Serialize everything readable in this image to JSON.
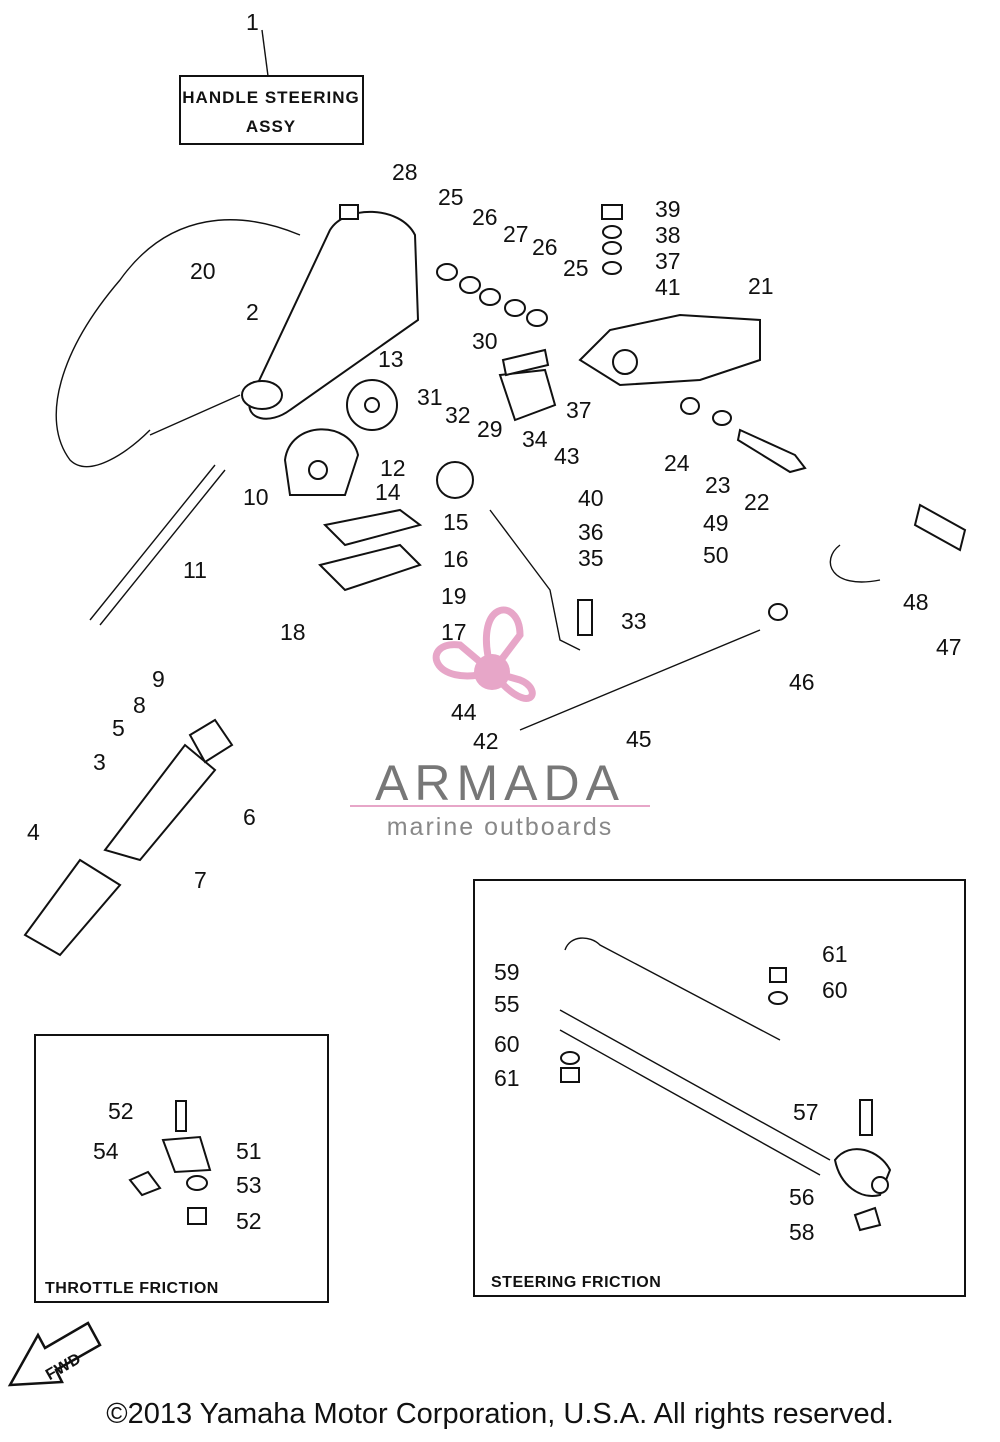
{
  "title_box": {
    "line1": "HANDLE STEERING",
    "line2": "ASSY"
  },
  "callouts": [
    {
      "id": "c1",
      "label": "1"
    },
    {
      "id": "c28",
      "label": "28"
    },
    {
      "id": "c25a",
      "label": "25"
    },
    {
      "id": "c26a",
      "label": "26"
    },
    {
      "id": "c27",
      "label": "27"
    },
    {
      "id": "c26b",
      "label": "26"
    },
    {
      "id": "c25b",
      "label": "25"
    },
    {
      "id": "c39",
      "label": "39"
    },
    {
      "id": "c38",
      "label": "38"
    },
    {
      "id": "c37a",
      "label": "37"
    },
    {
      "id": "c41",
      "label": "41"
    },
    {
      "id": "c21",
      "label": "21"
    },
    {
      "id": "c20",
      "label": "20"
    },
    {
      "id": "c2",
      "label": "2"
    },
    {
      "id": "c13",
      "label": "13"
    },
    {
      "id": "c30",
      "label": "30"
    },
    {
      "id": "c31",
      "label": "31"
    },
    {
      "id": "c32",
      "label": "32"
    },
    {
      "id": "c29",
      "label": "29"
    },
    {
      "id": "c37b",
      "label": "37"
    },
    {
      "id": "c24",
      "label": "24"
    },
    {
      "id": "c23",
      "label": "23"
    },
    {
      "id": "c22",
      "label": "22"
    },
    {
      "id": "c12",
      "label": "12"
    },
    {
      "id": "c10",
      "label": "10"
    },
    {
      "id": "c14",
      "label": "14"
    },
    {
      "id": "c34",
      "label": "34"
    },
    {
      "id": "c43",
      "label": "43"
    },
    {
      "id": "c40",
      "label": "40"
    },
    {
      "id": "c36",
      "label": "36"
    },
    {
      "id": "c35",
      "label": "35"
    },
    {
      "id": "c49",
      "label": "49"
    },
    {
      "id": "c50",
      "label": "50"
    },
    {
      "id": "c15",
      "label": "15"
    },
    {
      "id": "c16",
      "label": "16"
    },
    {
      "id": "c19",
      "label": "19"
    },
    {
      "id": "c11",
      "label": "11"
    },
    {
      "id": "c18",
      "label": "18"
    },
    {
      "id": "c17",
      "label": "17"
    },
    {
      "id": "c33",
      "label": "33"
    },
    {
      "id": "c48",
      "label": "48"
    },
    {
      "id": "c47",
      "label": "47"
    },
    {
      "id": "c46",
      "label": "46"
    },
    {
      "id": "c9",
      "label": "9"
    },
    {
      "id": "c8",
      "label": "8"
    },
    {
      "id": "c5",
      "label": "5"
    },
    {
      "id": "c44",
      "label": "44"
    },
    {
      "id": "c42",
      "label": "42"
    },
    {
      "id": "c45",
      "label": "45"
    },
    {
      "id": "c3",
      "label": "3"
    },
    {
      "id": "c6",
      "label": "6"
    },
    {
      "id": "c4",
      "label": "4"
    },
    {
      "id": "c7",
      "label": "7"
    },
    {
      "id": "c61a",
      "label": "61"
    },
    {
      "id": "c59",
      "label": "59"
    },
    {
      "id": "c60a",
      "label": "60"
    },
    {
      "id": "c55",
      "label": "55"
    },
    {
      "id": "c60b",
      "label": "60"
    },
    {
      "id": "c61b",
      "label": "61"
    },
    {
      "id": "c57",
      "label": "57"
    },
    {
      "id": "c52a",
      "label": "52"
    },
    {
      "id": "c54",
      "label": "54"
    },
    {
      "id": "c51",
      "label": "51"
    },
    {
      "id": "c53",
      "label": "53"
    },
    {
      "id": "c56",
      "label": "56"
    },
    {
      "id": "c52b",
      "label": "52"
    },
    {
      "id": "c58",
      "label": "58"
    }
  ],
  "panels": {
    "throttle_friction": "THROTTLE FRICTION",
    "steering_friction": "STEERING FRICTION"
  },
  "fwd_label": "FWD",
  "watermark": {
    "brand": "ARMADA",
    "tagline": "marine outboards"
  },
  "copyright": "©2013 Yamaha Motor Corporation, U.S.A. All rights reserved.",
  "colors": {
    "ink": "#111111",
    "watermark_pink": "#e7a6c8",
    "watermark_gray": "#777777"
  }
}
